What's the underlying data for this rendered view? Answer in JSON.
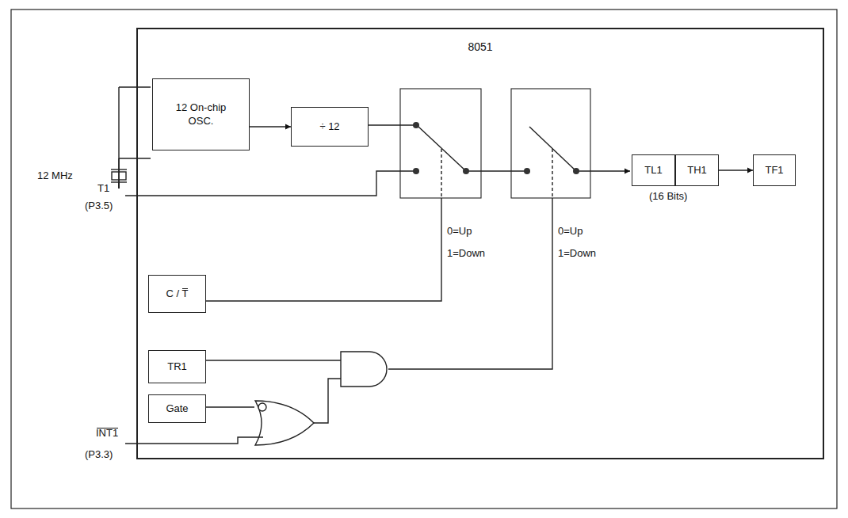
{
  "diagram": {
    "nodes": [
      {
        "text": [
          "8051"
        ]
      },
      {
        "text": [
          "12 On-chip OSC."
        ],
        "in": 0
      },
      {
        "text": [
          "÷ 12"
        ],
        "in": 0
      },
      {
        "text": [
          "TL1"
        ],
        "in": 0
      },
      {
        "text": [
          "TH1"
        ],
        "in": 0
      },
      {
        "text": [
          "TF1"
        ],
        "in": 0
      },
      {
        "text": [
          "C / T"
        ],
        "in": 0
      },
      {
        "text": [
          "TR1"
        ],
        "in": 0
      },
      {
        "text": [
          "Gate"
        ],
        "in": 0
      }
    ],
    "edges": [
      {
        "from": 1,
        "to": 2,
        "arrow": "to"
      },
      {
        "from": 4,
        "to": 5,
        "arrow": "to"
      }
    ],
    "labels": [
      "12 MHz",
      "T1",
      "(P3.5)",
      "0=Up",
      "1=Down",
      "0=Up",
      "1=Down",
      "(16 Bits)",
      "INT1",
      "(P3.3)"
    ]
  }
}
